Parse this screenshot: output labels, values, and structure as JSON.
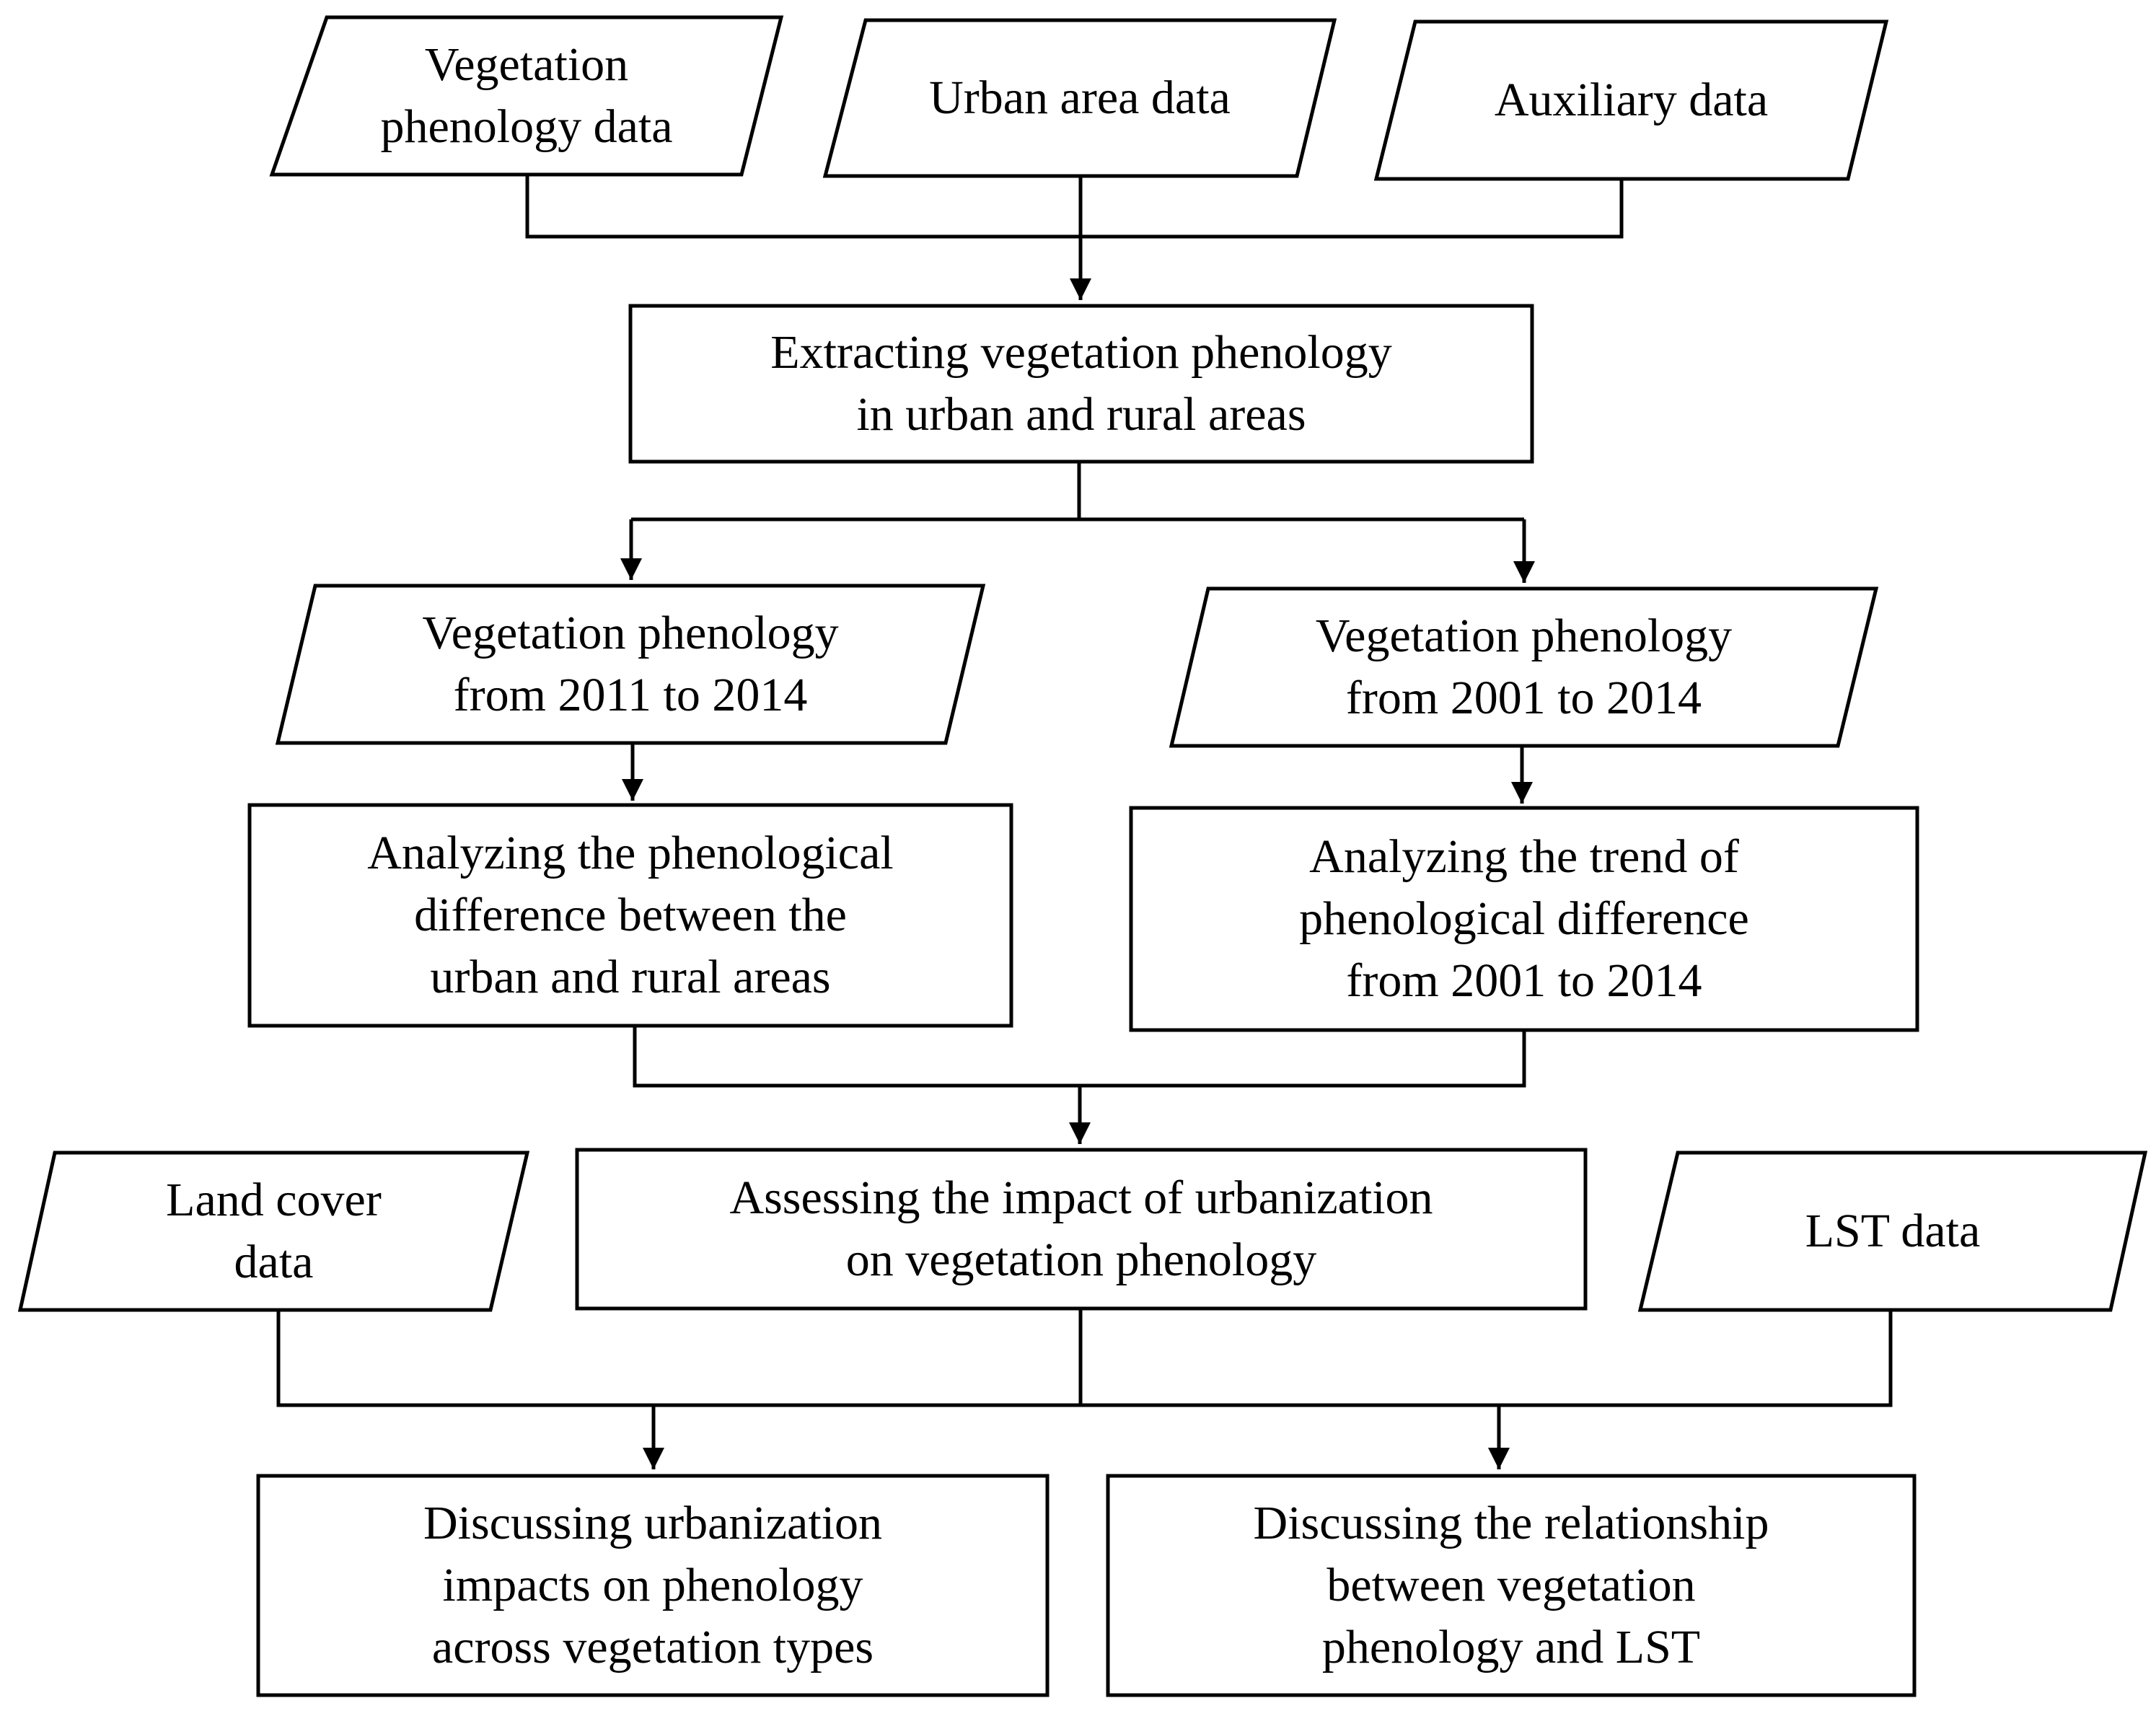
{
  "inputs": {
    "vegetation_phenology": [
      "Vegetation",
      "phenology data"
    ],
    "urban_area": [
      "Urban area data"
    ],
    "auxiliary": [
      "Auxiliary data"
    ],
    "land_cover": [
      "Land cover",
      "data"
    ],
    "lst": [
      "LST data"
    ]
  },
  "steps": {
    "extracting": [
      "Extracting vegetation phenology",
      "in urban and rural areas"
    ],
    "phenology_2011_2014": [
      "Vegetation phenology",
      "from 2011 to 2014"
    ],
    "phenology_2001_2014": [
      "Vegetation phenology",
      "from 2001 to 2014"
    ],
    "analyzing_difference": [
      "Analyzing the phenological",
      "difference between the",
      "urban and rural areas"
    ],
    "analyzing_trend": [
      "Analyzing the trend of",
      "phenological difference",
      "from 2001 to 2014"
    ],
    "assessing_impact": [
      "Assessing the impact of urbanization",
      "on vegetation phenology"
    ],
    "discussing_types": [
      "Discussing urbanization",
      "impacts on phenology",
      "across vegetation types"
    ],
    "discussing_lst": [
      "Discussing the relationship",
      "between vegetation",
      "phenology and LST"
    ]
  },
  "colors": {
    "stroke": "#000000",
    "background": "#ffffff"
  }
}
